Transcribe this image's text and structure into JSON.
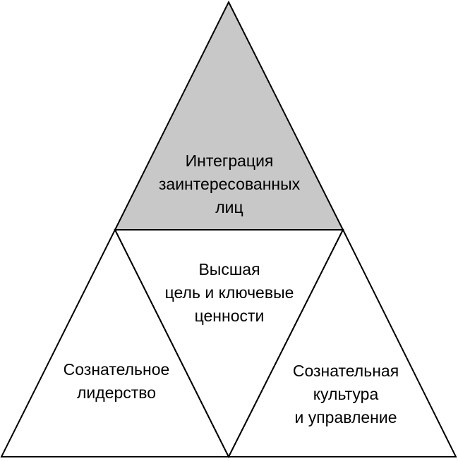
{
  "colors": {
    "top_fill": "#c8c8c8",
    "other_fill": "#ffffff",
    "stroke": "#000000"
  },
  "triangles": {
    "top": {
      "lines": [
        "Интеграция",
        "заинтересованных",
        "лиц"
      ]
    },
    "center": {
      "lines": [
        "Высшая",
        "цель и ключевые",
        "ценности"
      ]
    },
    "left": {
      "lines": [
        "Сознательное",
        "лидерство"
      ]
    },
    "right": {
      "lines": [
        "Сознательная",
        "культура",
        "и управление"
      ]
    }
  }
}
